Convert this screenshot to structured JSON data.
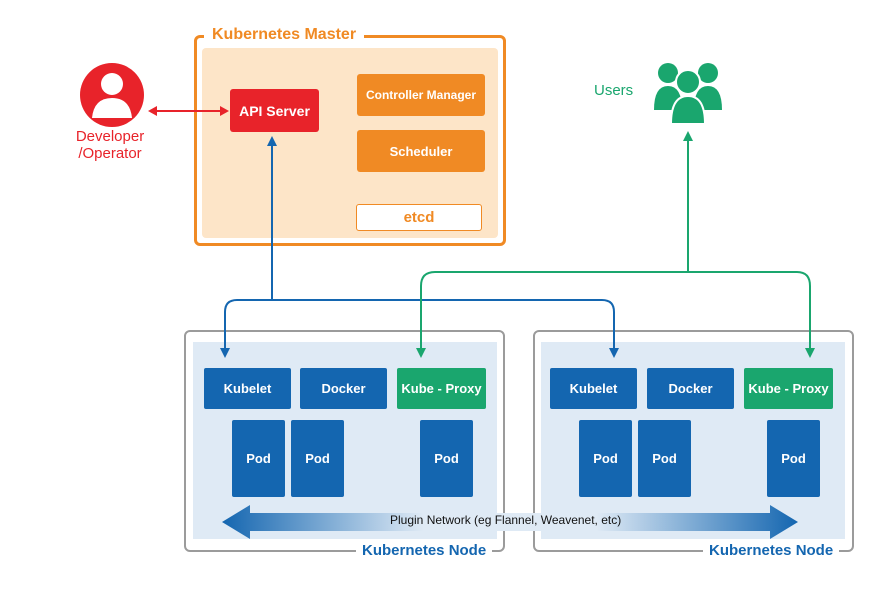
{
  "master": {
    "title": "Kubernetes Master",
    "api_server": "API Server",
    "controller_manager": "Controller Manager",
    "scheduler": "Scheduler",
    "etcd": "etcd"
  },
  "developer": {
    "label_line1": "Developer",
    "label_line2": "/Operator",
    "icon": "person-icon",
    "color": "#e8232a"
  },
  "users": {
    "label": "Users",
    "icon": "users-group-icon",
    "color": "#1aa66e"
  },
  "nodes": [
    {
      "title": "Kubernetes Node",
      "kubelet": "Kubelet",
      "docker": "Docker",
      "kube_proxy": "Kube - Proxy",
      "pods": [
        "Pod",
        "Pod",
        "Pod"
      ]
    },
    {
      "title": "Kubernetes Node",
      "kubelet": "Kubelet",
      "docker": "Docker",
      "kube_proxy": "Kube - Proxy",
      "pods": [
        "Pod",
        "Pod",
        "Pod"
      ]
    }
  ],
  "network": {
    "label": "Plugin Network (eg Flannel, Weavenet, etc)"
  },
  "colors": {
    "master_accent": "#f08a24",
    "api_red": "#e8232a",
    "node_blue": "#1466b0",
    "proxy_green": "#1aa66e",
    "node_panel": "#dfeaf5"
  }
}
